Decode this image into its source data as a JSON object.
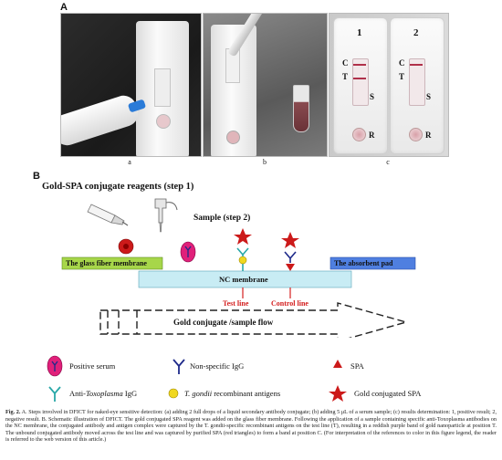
{
  "panel_a": {
    "letter": "A",
    "photo_labels": [
      "a",
      "b",
      "c"
    ],
    "strip_numbers": [
      "1",
      "2"
    ],
    "strip_letters": [
      "C",
      "T",
      "S",
      "R"
    ]
  },
  "panel_b": {
    "letter": "B",
    "step1_title": "Gold-SPA conjugate reagents (step 1)",
    "step2_label": "Sample (step 2)",
    "glass_fiber": "The glass fiber membrane",
    "absorbent_pad": "The absorbent pad",
    "nc_membrane": "NC membrane",
    "test_line": "Test line",
    "control_line": "Control line",
    "flow_label": "Gold conjugate /sample flow",
    "colors": {
      "glass_fiber": "#a7d64a",
      "absorbent": "#4f7fe0",
      "nc": "#c8ecf4",
      "line_red": "#d42020",
      "spa": "#cc1a1a",
      "igg_blue": "#2a3a9a",
      "anti_teal": "#28a8a8",
      "antigen_yellow": "#f0d820",
      "serum_magenta": "#e0207a"
    }
  },
  "legend": {
    "positive_serum": "Positive serum",
    "nonspecific_igg": "Non-specific IgG",
    "spa": "SPA",
    "anti_toxo_prefix": "Anti-",
    "anti_toxo_italic": "Toxoplasma",
    "anti_toxo_suffix": " IgG",
    "antigen_italic": "T. gondii",
    "antigen_suffix": " recombinant antigens",
    "gold_spa": "Gold conjugated SPA"
  },
  "caption": {
    "label": "Fig. 2.",
    "text": " A. Steps involved in DFICT for naked-eye sensitive detection: (a) adding 2 full drops of a liquid secondary antibody conjugate; (b) adding 5 μL of a serum sample; (c) results determination: 1, positive result; 2, negative result. B. Schematic illustration of DFICT. The gold conjugated SPA reagent was added on the glass fiber membrane. Following the application of a sample containing specific anti-Toxoplasma antibodies on the NC membrane, the conjugated antibody and antigen complex were captured by the T. gondii-specific recombinant antigens on the test line (T), resulting in a reddish purple band of gold nanoparticle at position T. The unbound conjugated antibody moved across the test line and was captured by purified SPA (red triangles) to form a band at position C. (For interpretation of the references to color in this figure legend, the reader is referred to the web version of this article.)"
  }
}
